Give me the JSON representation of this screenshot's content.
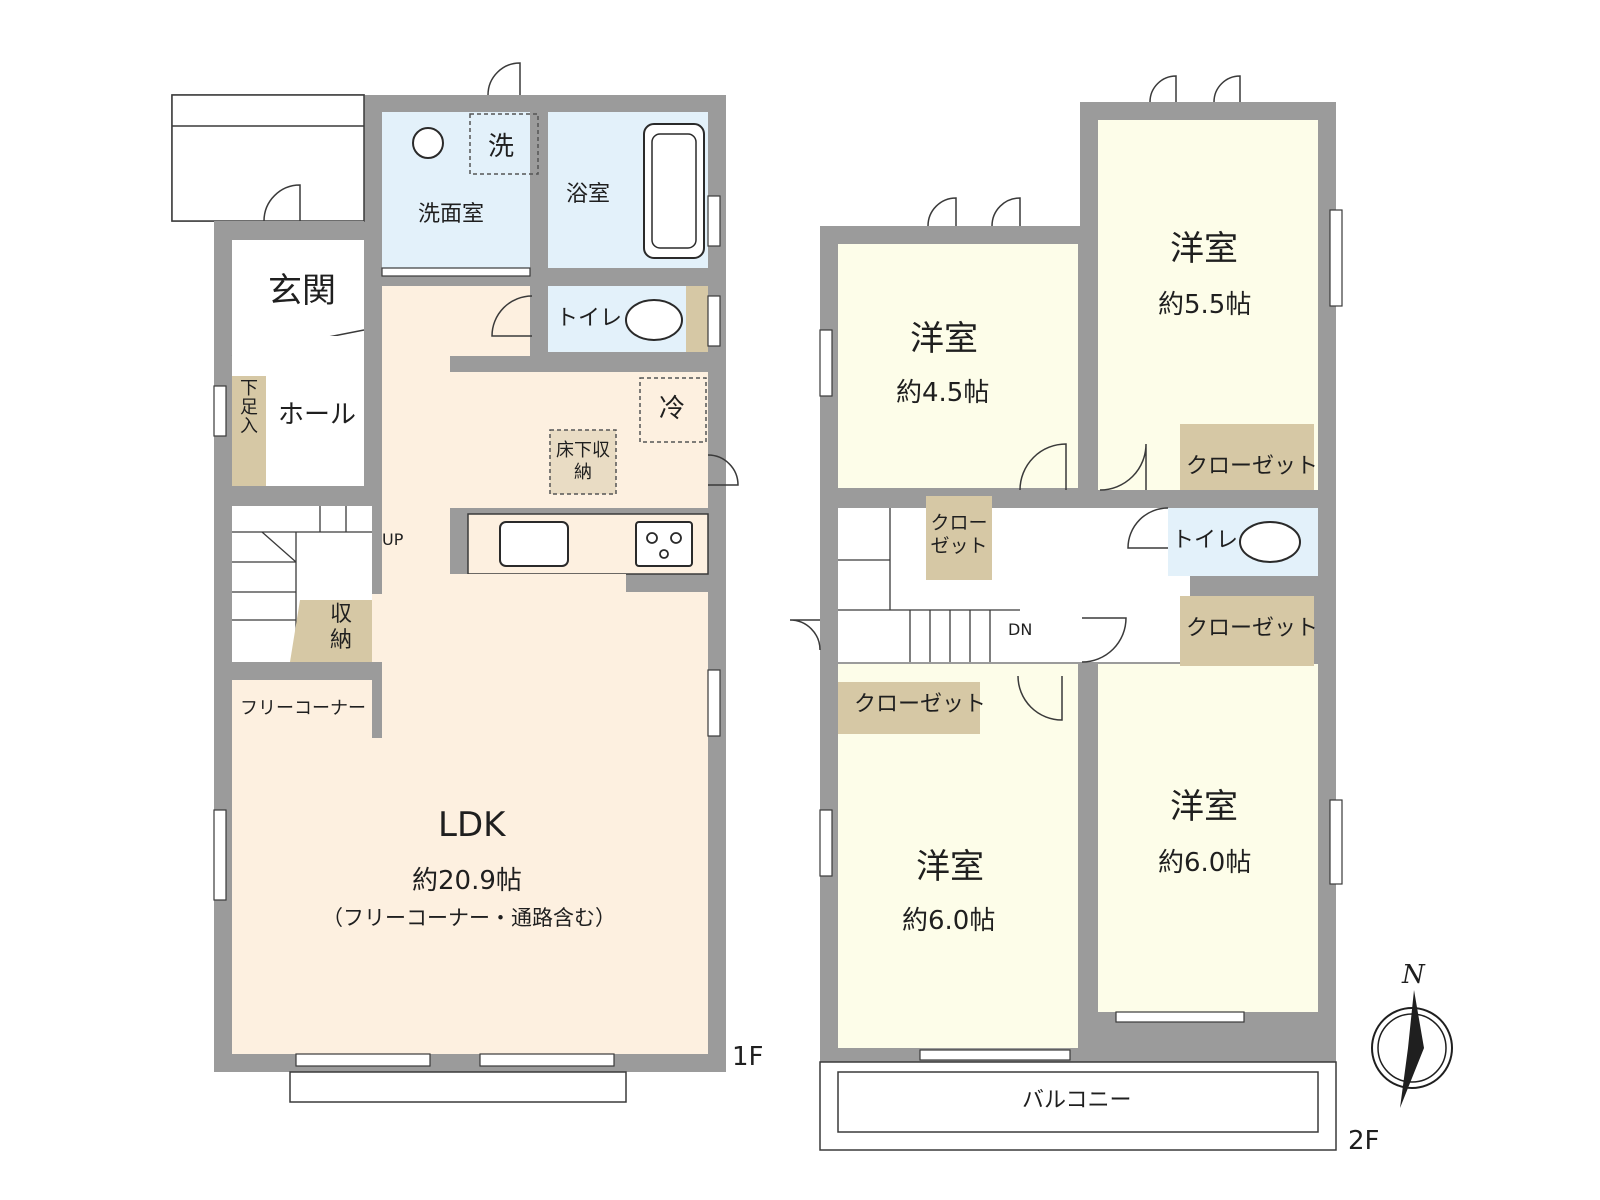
{
  "floor1": {
    "floor_label": "1F",
    "genkan": "玄関",
    "hall": "ホール",
    "shoe_storage": "下足入",
    "washroom": "洗面室",
    "washer": "洗",
    "bathroom": "浴室",
    "toilet": "トイレ",
    "fridge": "冷",
    "underfloor_storage": "床下収納",
    "stairs_up": "UP",
    "storage": "収納",
    "free_corner": "フリーコーナー",
    "ldk": {
      "name": "LDK",
      "size": "約20.9帖",
      "note": "（フリーコーナー・通路含む）"
    }
  },
  "floor2": {
    "floor_label": "2F",
    "rooms": [
      {
        "name": "洋室",
        "size": "約4.5帖"
      },
      {
        "name": "洋室",
        "size": "約5.5帖"
      },
      {
        "name": "洋室",
        "size": "約6.0帖"
      },
      {
        "name": "洋室",
        "size": "約6.0帖"
      }
    ],
    "closet": "クローゼット",
    "closet_small": "クローゼット",
    "toilet": "トイレ",
    "stairs_down": "DN",
    "balcony": "バルコニー"
  },
  "compass": {
    "north": "N"
  },
  "colors": {
    "wall": "#9b9b9b",
    "ldk_floor": "#fdf0e0",
    "room_floor": "#fdfde9",
    "wet_area": "#e3f1fa",
    "storage": "#d6c8a5",
    "outline": "#2a2a2a"
  }
}
